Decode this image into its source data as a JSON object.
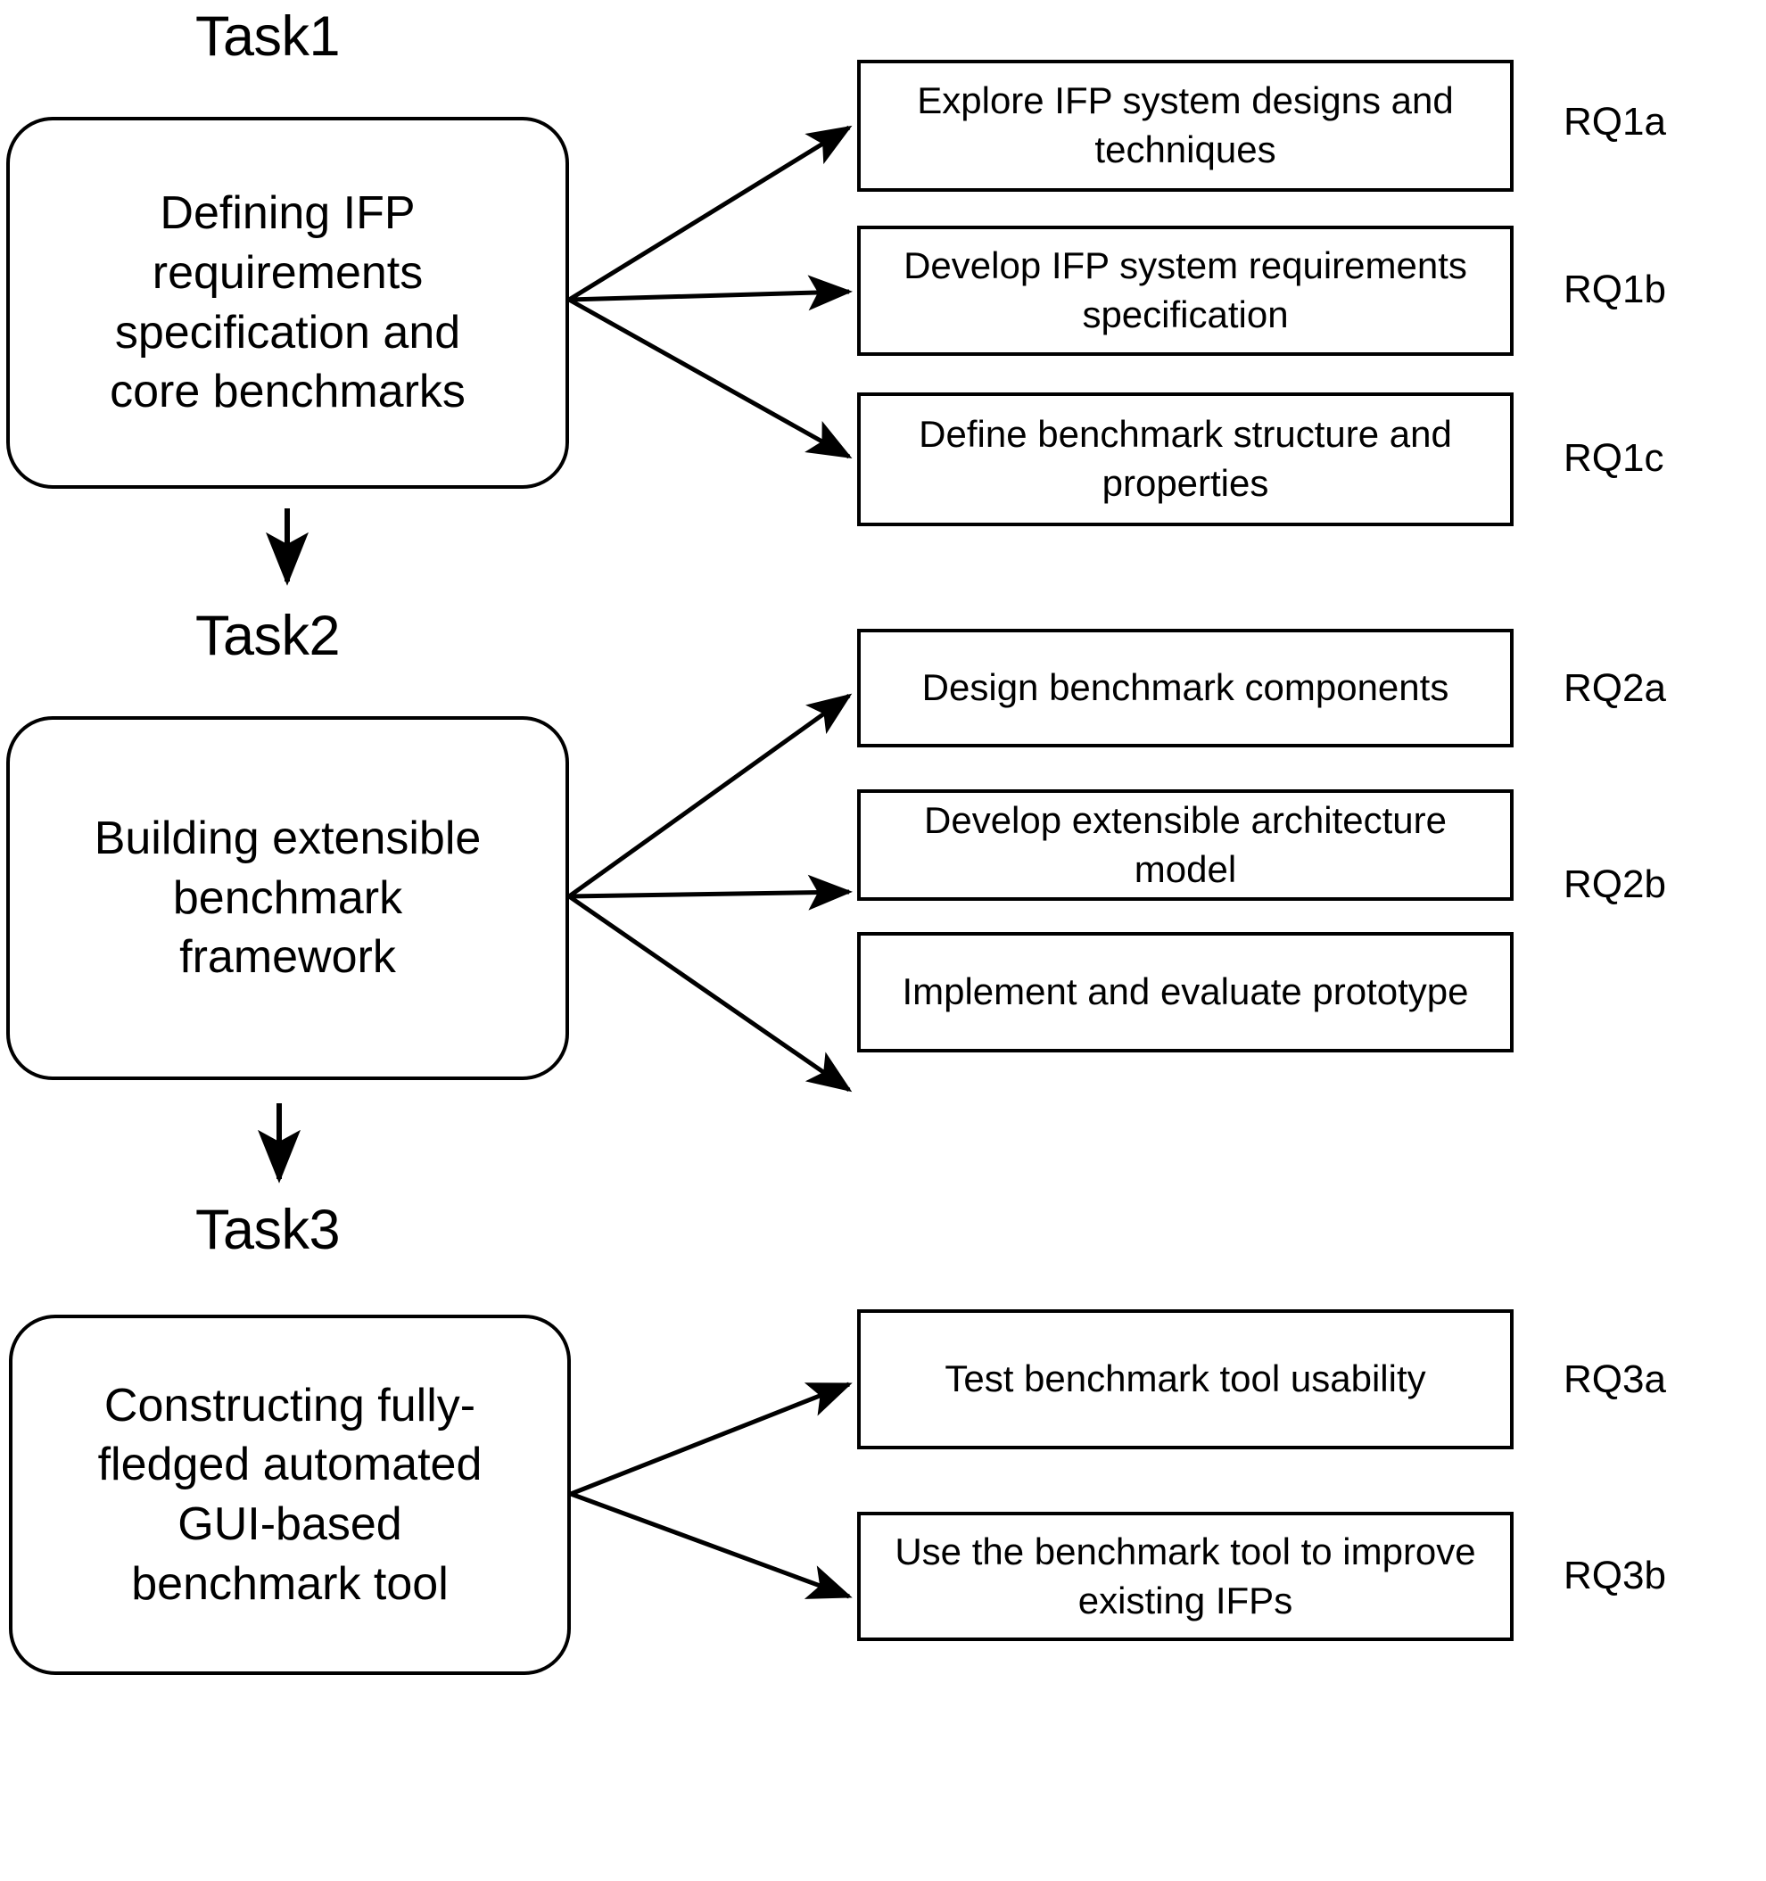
{
  "diagram": {
    "title_groups": [
      {
        "id": "task1",
        "label": "Task1",
        "box_text": "Defining IFP requirements specification and core benchmarks",
        "outputs": [
          {
            "text": "Explore IFP system designs and techniques",
            "tag": "RQ1a"
          },
          {
            "text": "Develop IFP system requirements specification",
            "tag": "RQ1b"
          },
          {
            "text": "Define benchmark structure and properties",
            "tag": "RQ1c"
          }
        ]
      },
      {
        "id": "task2",
        "label": "Task2",
        "box_text": "Building extensible benchmark framework",
        "outputs": [
          {
            "text": "Design benchmark components",
            "tag": "RQ2a"
          },
          {
            "text": "Develop extensible architecture model",
            "tag": "RQ2b"
          },
          {
            "text": "Implement and evaluate prototype",
            "tag": ""
          }
        ]
      },
      {
        "id": "task3",
        "label": "Task3",
        "box_text": "Constructing fully-fledged automated GUI-based benchmark tool",
        "outputs": [
          {
            "text": "Test benchmark tool usability",
            "tag": "RQ3a"
          },
          {
            "text": "Use the benchmark tool to improve existing IFPs",
            "tag": "RQ3b"
          }
        ]
      }
    ],
    "colors": {
      "stroke": "#000000",
      "fill": "#ffffff",
      "text": "#000000"
    }
  }
}
